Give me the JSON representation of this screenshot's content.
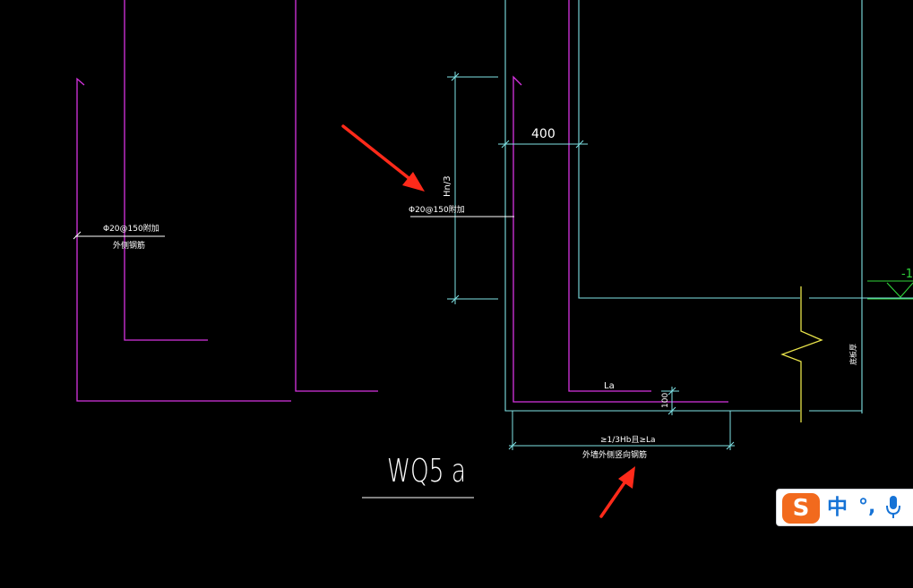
{
  "drawing": {
    "colors": {
      "background": "#000000",
      "rebar": "#d633e0",
      "structure": "#7fe3e6",
      "annotation": "#ffffff",
      "dimension": "#7fe3e6",
      "break_line": "#e8e34a",
      "level_mark": "#2fd43a",
      "arrow": "#ff2a1a"
    },
    "labels": {
      "left_rebar_top": "Φ20@150附加",
      "left_rebar_bottom": "外侧钢筋",
      "mid_rebar_top": "Φ20@150附加",
      "dim_hn": "Hn/3",
      "dim_400": "400",
      "dim_la": "La",
      "dim_100": "100",
      "dim_right_vertical": "底板厚",
      "dim_bottom": "≥1/3Hb且≥La",
      "dim_bottom_note": "外墙外侧竖向钢筋",
      "level_value": "-1",
      "drawing_title": "WQ5 a"
    }
  },
  "ime": {
    "logo_glyph": "S",
    "mode_label": "中",
    "punct_label": "°,",
    "mic_icon": "microphone-icon",
    "colors": {
      "logo": "#f26a1d",
      "text": "#1673d6"
    }
  }
}
